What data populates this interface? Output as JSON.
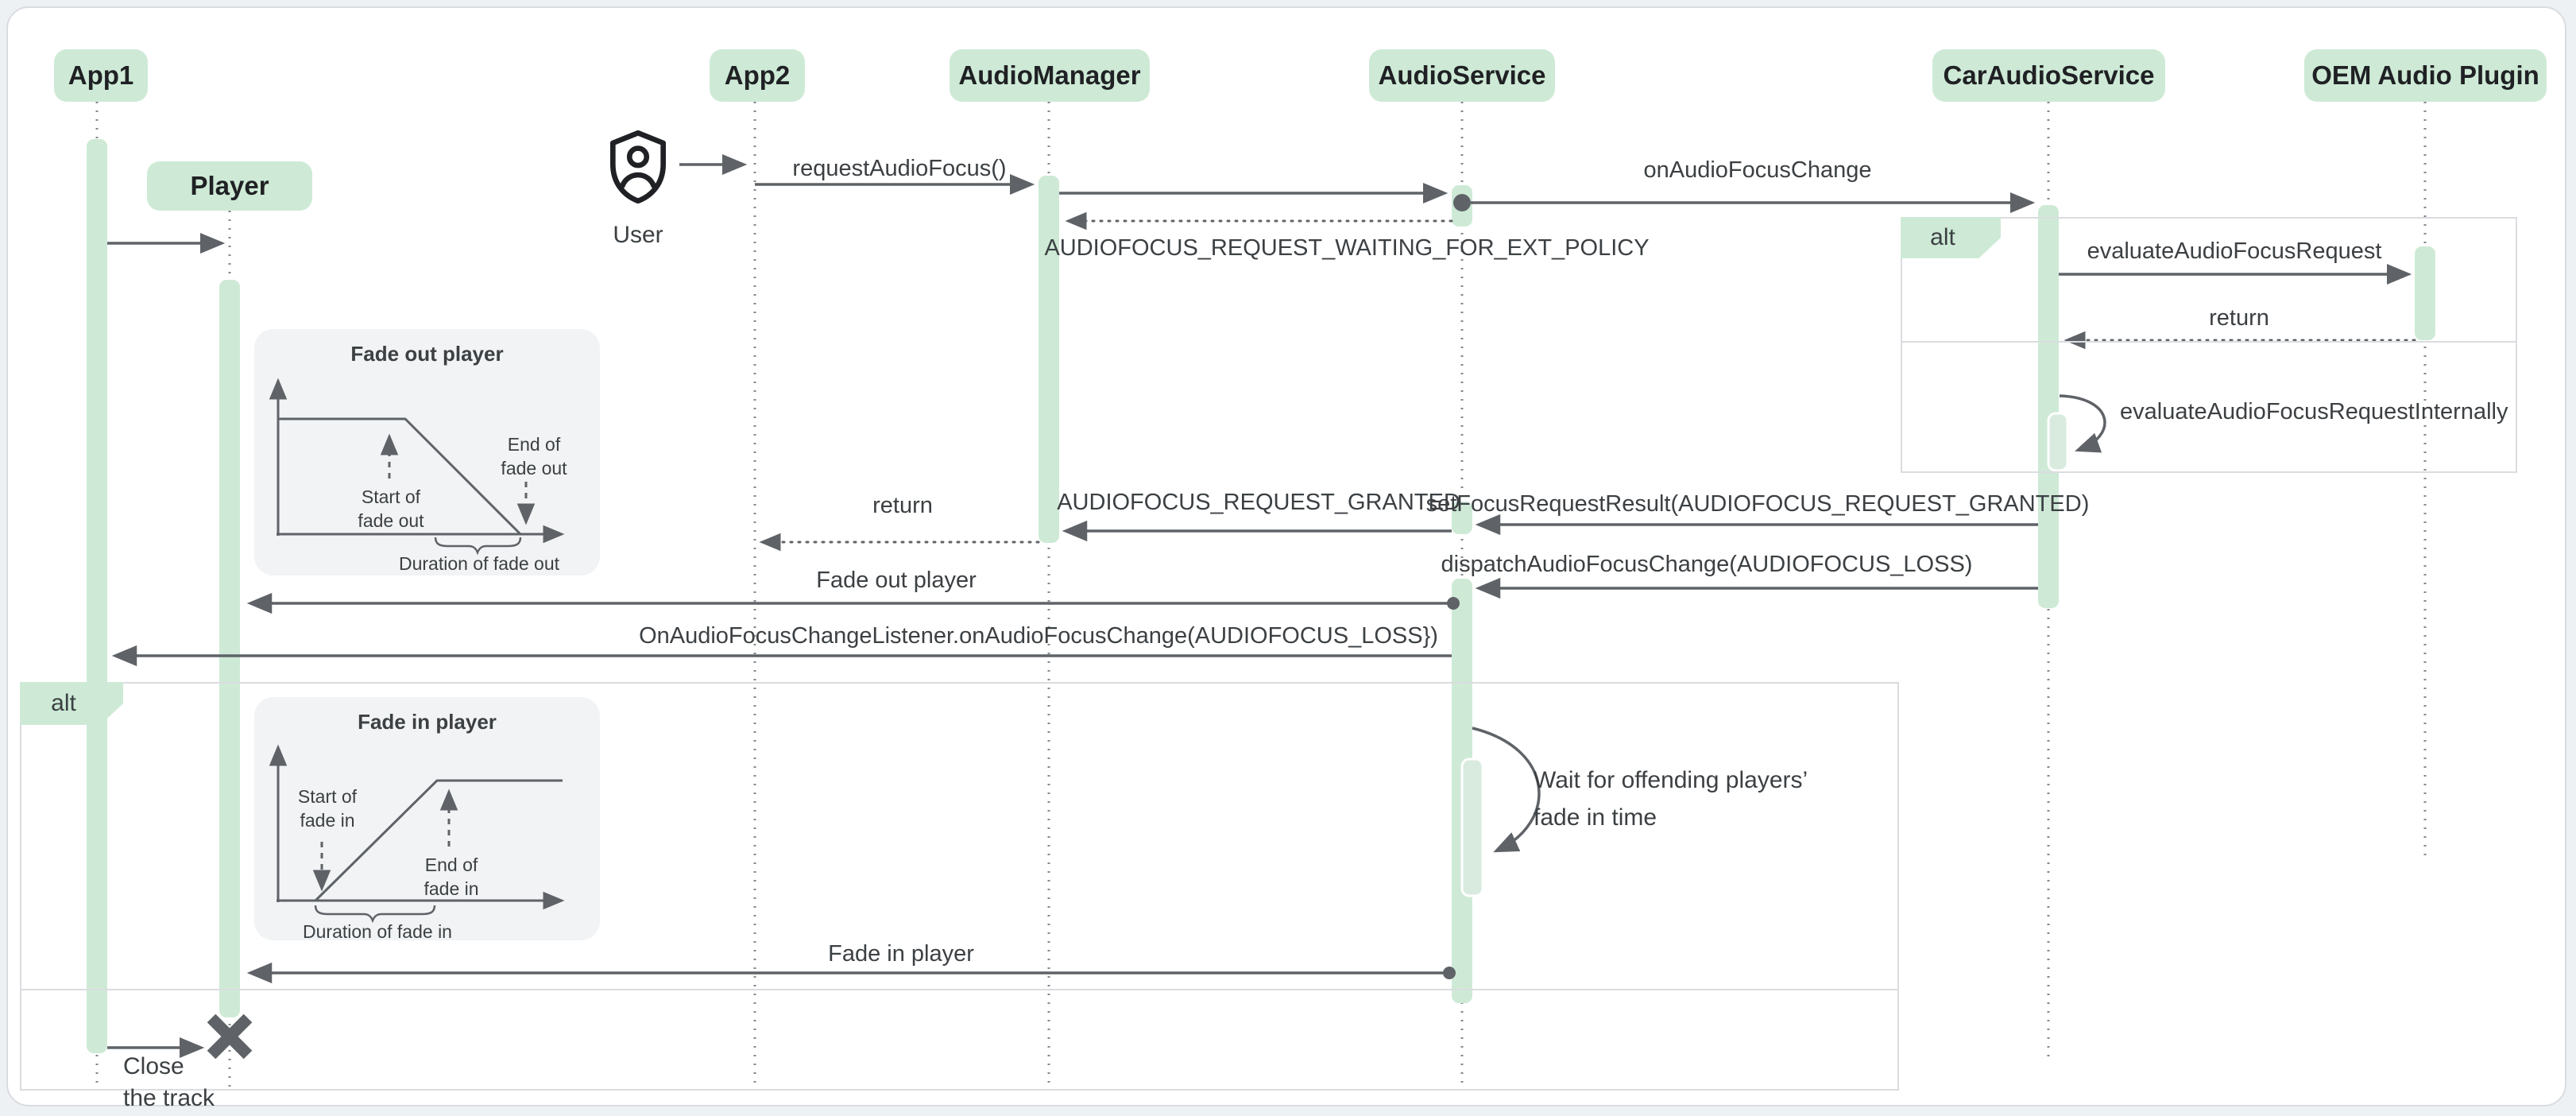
{
  "colors": {
    "page_bg": "#eef1f4",
    "card_bg": "#ffffff",
    "green": "#ceead6",
    "green_nested": "#d9ebdf",
    "line": "#5f6368",
    "text": "#3c4043",
    "header_text": "#202124",
    "frame": "#dadce0",
    "lifeline": "#85898d",
    "inset_bg": "#f1f3f4"
  },
  "participants": [
    {
      "id": "app1",
      "label": "App1"
    },
    {
      "id": "app2",
      "label": "App2"
    },
    {
      "id": "audio-manager",
      "label": "AudioManager"
    },
    {
      "id": "audio-service",
      "label": "AudioService"
    },
    {
      "id": "car-audio-service",
      "label": "CarAudioService"
    },
    {
      "id": "oem-audio-plugin",
      "label": "OEM Audio Plugin"
    }
  ],
  "player_label": "Player",
  "actor": {
    "label": "User"
  },
  "fragments": {
    "right_alt": "alt",
    "left_alt": "alt"
  },
  "messages": {
    "request_audio_focus": "requestAudioFocus()",
    "on_audio_focus_change": "onAudioFocusChange",
    "waiting_ext_policy": "AUDIOFOCUS_REQUEST_WAITING_FOR_EXT_POLICY",
    "evaluate_request": "evaluateAudioFocusRequest",
    "evaluate_return": "return",
    "evaluate_internally": "evaluateAudioFocusRequestInternally",
    "set_focus_result": "setFocusRequestResult(AUDIOFOCUS_REQUEST_GRANTED)",
    "request_granted": "AUDIOFOCUS_REQUEST_GRANTED",
    "manager_return": "return",
    "dispatch_loss": "dispatchAudioFocusChange(AUDIOFOCUS_LOSS)",
    "fade_out_player": "Fade out player",
    "listener_loss": "OnAudioFocusChangeListener.onAudioFocusChange(AUDIOFOCUS_LOSS})",
    "wait_line1": "Wait for offending players’",
    "wait_line2": "fade in time",
    "fade_in_player": "Fade in player",
    "close_line1": "Close",
    "close_line2": "the track"
  },
  "insets": {
    "fade_out": {
      "title": "Fade out player",
      "start": [
        "Start of",
        "fade out"
      ],
      "end": [
        "End of",
        "fade out"
      ],
      "duration": "Duration of fade out"
    },
    "fade_in": {
      "title": "Fade in player",
      "start": [
        "Start of",
        "fade in"
      ],
      "end": [
        "End of",
        "fade in"
      ],
      "duration": "Duration of fade in"
    }
  }
}
